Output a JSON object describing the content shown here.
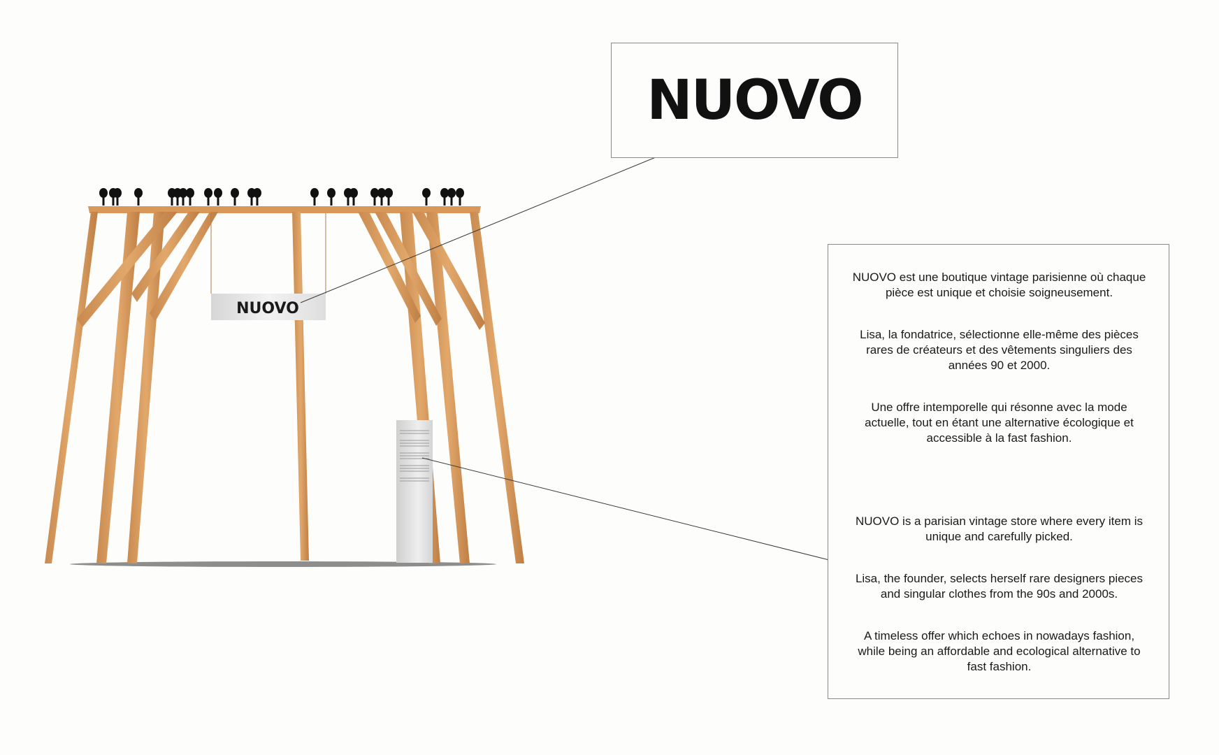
{
  "logo": {
    "text": "NUOVO"
  },
  "hanging_sign": {
    "text": "NUOVO"
  },
  "description": {
    "fr": [
      "NUOVO est une boutique vintage parisienne où chaque pièce est unique et choisie soigneusement.",
      "Lisa, la fondatrice, sélectionne elle-même des pièces rares de créateurs et des vêtements singuliers des années 90 et 2000.",
      "Une offre intemporelle qui résonne avec la mode actuelle, tout en étant une alternative écologique et accessible à la fast fashion."
    ],
    "en": [
      "NUOVO is a parisian vintage store where every item is unique and carefully picked.",
      "Lisa, the founder, selects herself rare designers pieces and singular clothes from the 90s and 2000s.",
      "A timeless offer which echoes in nowadays fashion, while being an affordable and ecological alternative to fast fashion."
    ]
  },
  "colors": {
    "wood": "#d9985a",
    "wood_dark": "#b8773e",
    "spotlight": "#111111",
    "sign_panel": "#e6e6e6",
    "floor": "#8d8d8d",
    "leader_line": "#3a3a3a"
  }
}
